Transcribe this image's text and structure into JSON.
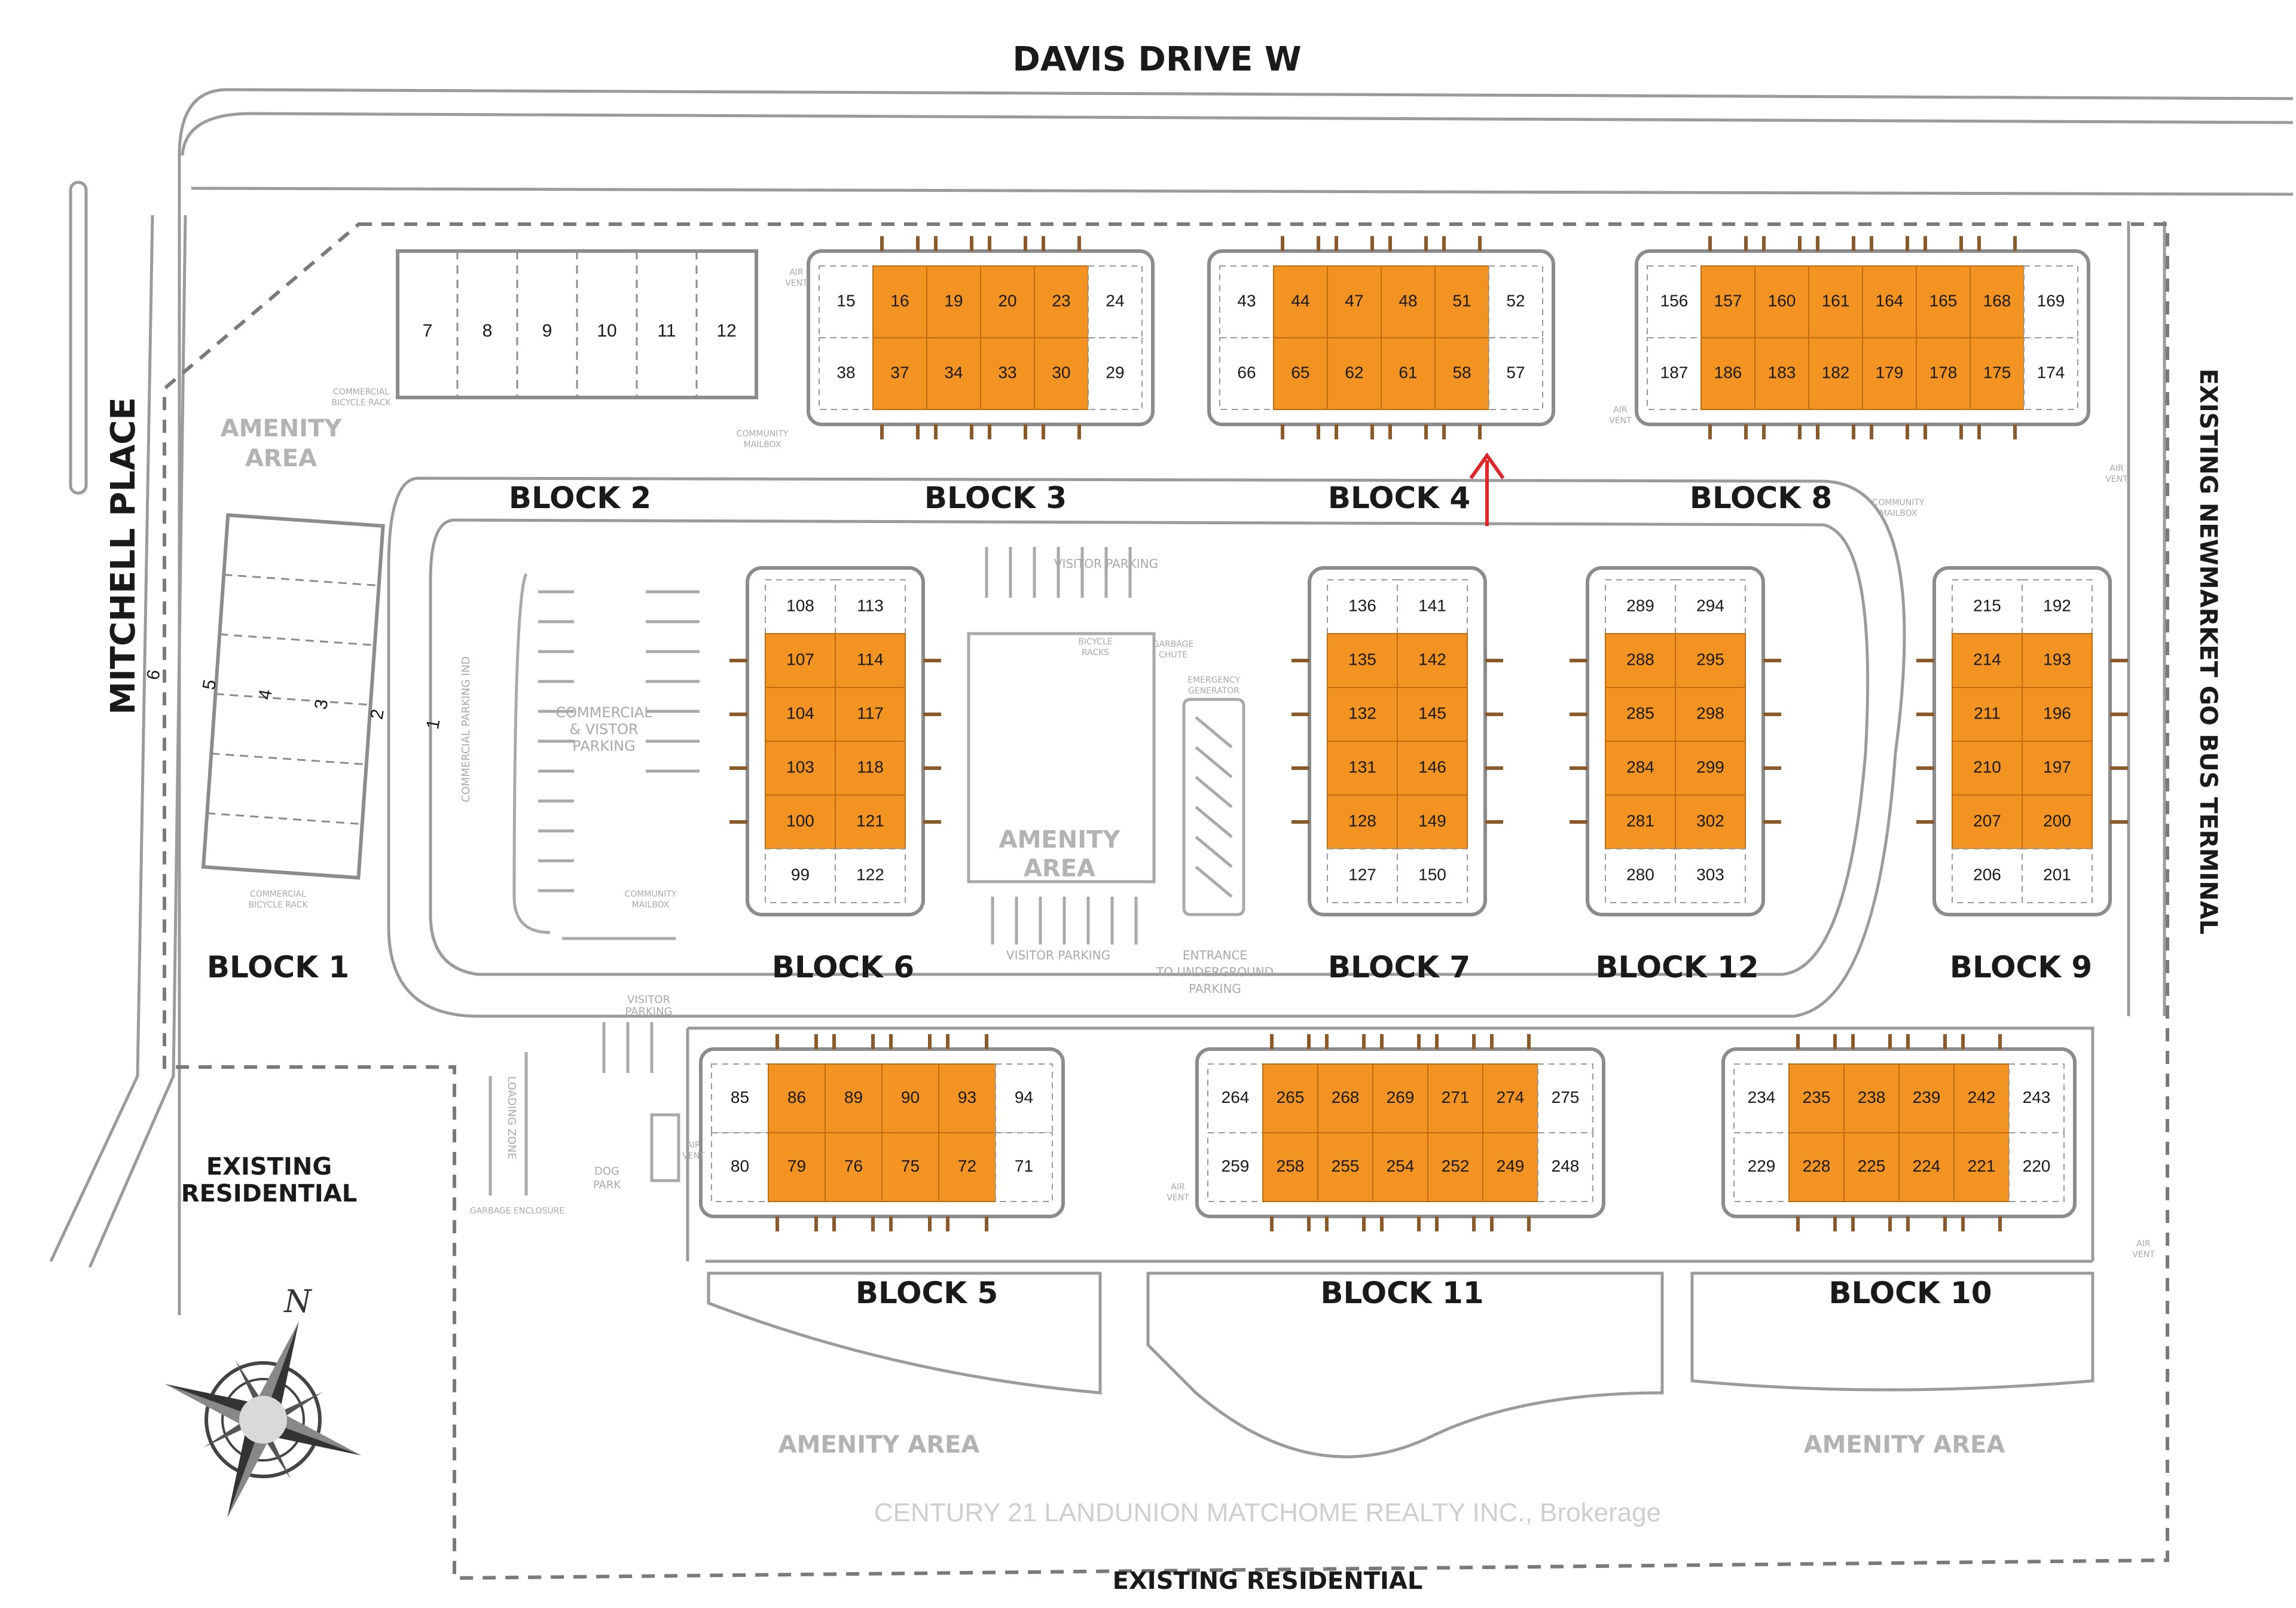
{
  "map": {
    "roads": {
      "north": "DAVIS DRIVE W",
      "west": "MITCHELL PLACE",
      "east": "EXISTING NEWMARKET GO BUS TERMINAL",
      "south": "EXISTING RESIDENTIAL",
      "southwest": "EXISTING\nRESIDENTIAL"
    },
    "colors": {
      "highlight": "#f39322",
      "outline": "#8c8c8c",
      "marker": "#e0262b",
      "boundary": "#7a7a7a"
    },
    "blocks": [
      {
        "name": "BLOCK 1",
        "top": [],
        "bottom": [],
        "column": [
          "1",
          "2",
          "3",
          "4",
          "5",
          "6"
        ],
        "highlight": []
      },
      {
        "name": "BLOCK 2",
        "top": [
          "7",
          "8",
          "9",
          "10",
          "11",
          "12"
        ],
        "bottom": [],
        "highlight": []
      },
      {
        "name": "BLOCK 3",
        "top": [
          "15",
          "16",
          "19",
          "20",
          "23",
          "24"
        ],
        "bottom": [
          "38",
          "37",
          "34",
          "33",
          "30",
          "29"
        ],
        "highlight": [
          "16",
          "19",
          "20",
          "23",
          "37",
          "34",
          "33",
          "30"
        ]
      },
      {
        "name": "BLOCK 4",
        "top": [
          "43",
          "44",
          "47",
          "48",
          "51",
          "52"
        ],
        "bottom": [
          "66",
          "65",
          "62",
          "61",
          "58",
          "57"
        ],
        "highlight": [
          "44",
          "47",
          "48",
          "51",
          "65",
          "62",
          "61",
          "58"
        ]
      },
      {
        "name": "BLOCK 8",
        "top": [
          "156",
          "157",
          "160",
          "161",
          "164",
          "165",
          "168",
          "169"
        ],
        "bottom": [
          "187",
          "186",
          "183",
          "182",
          "179",
          "178",
          "175",
          "174"
        ],
        "highlight": [
          "157",
          "160",
          "161",
          "164",
          "165",
          "168",
          "186",
          "183",
          "182",
          "179",
          "178",
          "175"
        ]
      },
      {
        "name": "BLOCK 6",
        "left": [
          "108",
          "107",
          "104",
          "103",
          "100",
          "99"
        ],
        "right": [
          "113",
          "114",
          "117",
          "118",
          "121",
          "122"
        ],
        "highlight": [
          "107",
          "104",
          "103",
          "100",
          "114",
          "117",
          "118",
          "121"
        ]
      },
      {
        "name": "BLOCK 7",
        "left": [
          "136",
          "135",
          "132",
          "131",
          "128",
          "127"
        ],
        "right": [
          "141",
          "142",
          "145",
          "146",
          "149",
          "150"
        ],
        "highlight": [
          "135",
          "132",
          "131",
          "128",
          "142",
          "145",
          "146",
          "149"
        ]
      },
      {
        "name": "BLOCK 12",
        "left": [
          "289",
          "288",
          "285",
          "284",
          "281",
          "280"
        ],
        "right": [
          "294",
          "295",
          "298",
          "299",
          "302",
          "303"
        ],
        "highlight": [
          "288",
          "285",
          "284",
          "281",
          "295",
          "298",
          "299",
          "302"
        ]
      },
      {
        "name": "BLOCK 9",
        "left": [
          "215",
          "214",
          "211",
          "210",
          "207",
          "206"
        ],
        "right": [
          "192",
          "193",
          "196",
          "197",
          "200",
          "201"
        ],
        "highlight": [
          "214",
          "211",
          "210",
          "207",
          "193",
          "196",
          "197",
          "200"
        ]
      },
      {
        "name": "BLOCK 5",
        "top": [
          "85",
          "86",
          "89",
          "90",
          "93",
          "94"
        ],
        "bottom": [
          "80",
          "79",
          "76",
          "75",
          "72",
          "71"
        ],
        "highlight": [
          "86",
          "89",
          "90",
          "93",
          "79",
          "76",
          "75",
          "72"
        ]
      },
      {
        "name": "BLOCK 11",
        "top": [
          "264",
          "265",
          "268",
          "269",
          "271",
          "274",
          "275"
        ],
        "bottom": [
          "259",
          "258",
          "255",
          "254",
          "252",
          "249",
          "248"
        ],
        "highlight": [
          "265",
          "268",
          "269",
          "271",
          "274",
          "258",
          "255",
          "254",
          "252",
          "249"
        ]
      },
      {
        "name": "BLOCK 10",
        "top": [
          "234",
          "235",
          "238",
          "239",
          "242",
          "243"
        ],
        "bottom": [
          "229",
          "228",
          "225",
          "224",
          "221",
          "220"
        ],
        "highlight": [
          "235",
          "238",
          "239",
          "242",
          "228",
          "225",
          "224",
          "221"
        ]
      }
    ],
    "amenity_labels": {
      "nw": "AMENITY\nAREA",
      "center": "AMENITY\nAREA",
      "south_left": "AMENITY AREA",
      "south_right": "AMENITY AREA"
    },
    "small_labels": {
      "commercial_visitor_parking": "COMMERCIAL\n& VISTOR\nPARKING",
      "commercial_parking_ind": "COMMERCIAL PARKING IND",
      "visitor_parking_top": "VISITOR PARKING",
      "visitor_parking_bottom": "VISITOR PARKING",
      "visitor_parking_west": "VISITOR\nPARKING",
      "entrance": "ENTRANCE\nTO UNDERGROUND\nPARKING",
      "loading_zone": "LOADING\nZONE",
      "dog_park": "DOG\nPARK",
      "garbage_enclosure": "GARBAGE ENCLOSURE",
      "garbage_chute": "GARBAGE\nCHUTE",
      "bicycle_racks": "BICYCLE\nRACKS",
      "emergency_generator": "EMERGENCY\nGENERATOR",
      "commercial_bicycle_rack_1": "COMMERCIAL\nBICYCLE RACK",
      "commercial_bicycle_rack_2": "COMMERCIAL\nBICYCLE RACK",
      "community_mailbox": "COMMUNITY\nMAILBOX",
      "air_vent": "AIR\nVENT"
    },
    "compass": "N",
    "watermark": "CENTURY 21 LANDUNION MATCHOME REALTY INC., Brokerage"
  }
}
